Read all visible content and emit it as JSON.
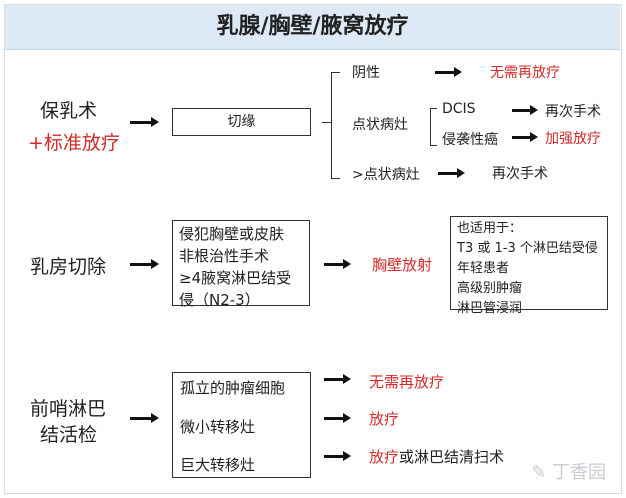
{
  "title": "乳腺/胸壁/腋窝放疗",
  "s1": {
    "label1": "保乳术",
    "label2": "+标准放疗",
    "box": "切缘",
    "neg": "阴性",
    "neg_result": "无需再放疗",
    "focal": "点状病灶",
    "dcis": "DCIS",
    "dcis_result": "再次手术",
    "invasive": "侵袭性癌",
    "invasive_result": "加强放疗",
    "more": ">点状病灶",
    "more_result": "再次手术"
  },
  "s2": {
    "label": "乳房切除",
    "box_lines": [
      "侵犯胸壁或皮肤",
      "非根治性手术",
      "≥4腋窝淋巴结受",
      "侵（N2-3）"
    ],
    "result": "胸壁放射",
    "note_lines": [
      "也适用于：",
      "T3 或 1-3 个淋巴结受侵",
      "年轻患者",
      "高级别肿瘤",
      "淋巴管浸润"
    ]
  },
  "s3": {
    "label1": "前哨淋巴",
    "label2": "结活检",
    "items": [
      "孤立的肿瘤细胞",
      "微小转移灶",
      "巨大转移灶"
    ],
    "results": [
      "无需再放疗",
      "放疗"
    ],
    "result3_red": "放疗",
    "result3_rest": "或淋巴结清扫术"
  },
  "watermark": "丁香园"
}
